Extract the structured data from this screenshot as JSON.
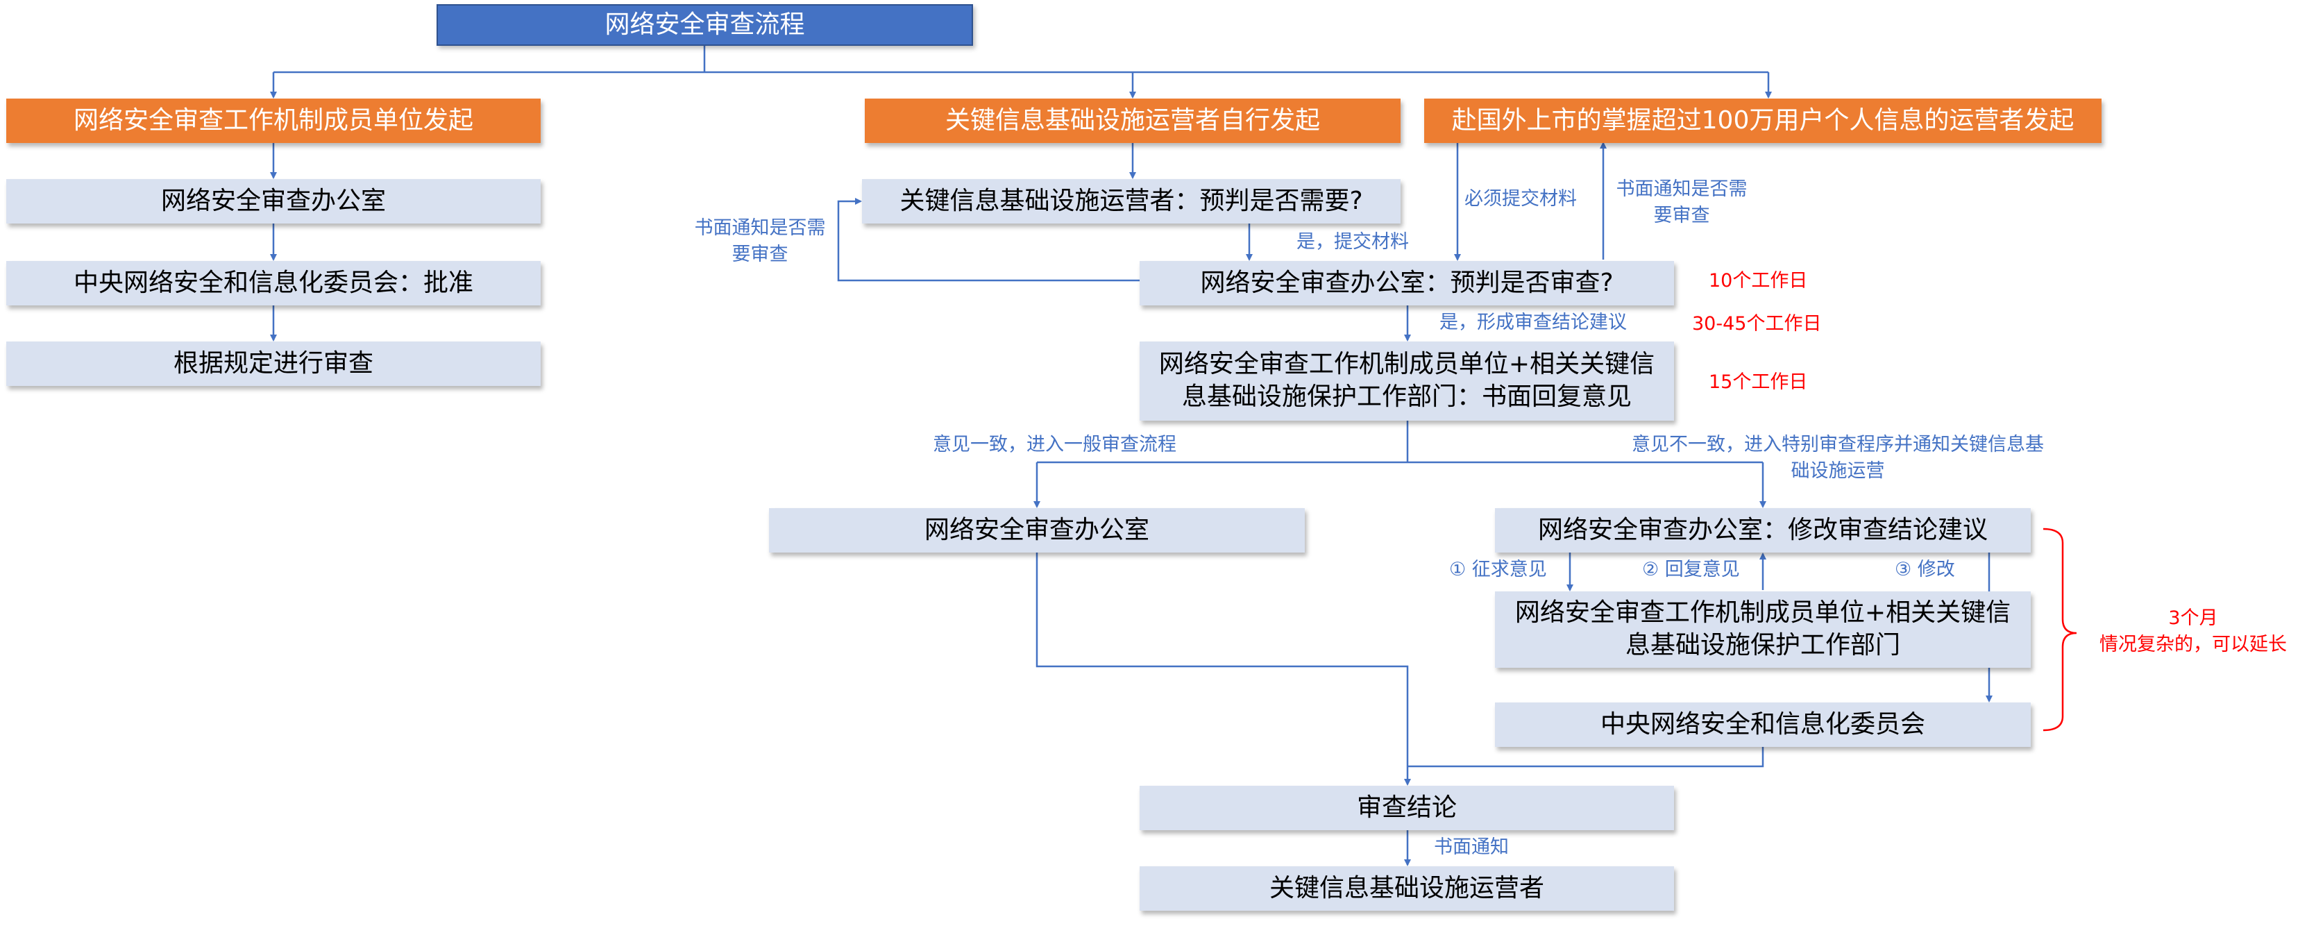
{
  "title": "网络安全审查流程",
  "colors": {
    "title_fill": "#4472c4",
    "trigger_fill": "#ed7d31",
    "box_fill": "#d9e1f0",
    "connector": "#4472c4",
    "time_note": "#ff0000"
  },
  "triggers": {
    "member_units": "网络安全审查工作机制成员单位发起",
    "cii_operator": "关键信息基础设施运营者自行发起",
    "overseas_listing": "赴国外上市的掌握超过100万用户个人信息的运营者发起"
  },
  "left_branch": {
    "office": "网络安全审查办公室",
    "central_approve": "中央网络安全和信息化委员会：批准",
    "review": "根据规定进行审查"
  },
  "main_flow": {
    "operator_prejudge": "关键信息基础设施运营者：预判是否需要?",
    "office_prejudge": "网络安全审查办公室：预判是否审查?",
    "members_reply_line1": "网络安全审查工作机制成员单位+相关关键信",
    "members_reply_line2": "息基础设施保护工作部门：书面回复意见",
    "office_general": "网络安全审查办公室",
    "office_modify": "网络安全审查办公室：修改审查结论建议",
    "members_special_line1": "网络安全审查工作机制成员单位+相关关键信",
    "members_special_line2": "息基础设施保护工作部门",
    "central_committee": "中央网络安全和信息化委员会",
    "conclusion": "审查结论",
    "final_operator": "关键信息基础设施运营者"
  },
  "labels": {
    "notify_need_left_line1": "书面通知是否需",
    "notify_need_left_line2": "要审查",
    "yes_submit": "是，提交材料",
    "must_submit": "必须提交材料",
    "notify_need_right_line1": "书面通知是否需",
    "notify_need_right_line2": "要审查",
    "yes_form": "是，形成审查结论建议",
    "agree": "意见一致，进入一般审查流程",
    "disagree_line1": "意见不一致，进入特别审查程序并通知关键信息基",
    "disagree_line2": "础设施运营",
    "step1": "① 征求意见",
    "step2": "② 回复意见",
    "step3": "③ 修改",
    "written_notice": "书面通知"
  },
  "time_notes": {
    "ten_days": "10个工作日",
    "thirty_45_days": "30-45个工作日",
    "fifteen_days": "15个工作日",
    "three_months": "3个月",
    "extendable": "情况复杂的，可以延长"
  }
}
